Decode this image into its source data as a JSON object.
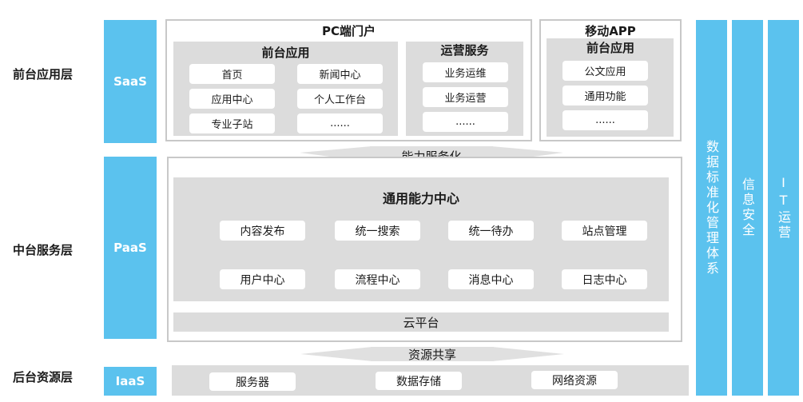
{
  "layers": {
    "front_label": "前台应用层",
    "middle_label": "中台服务层",
    "back_label": "后台资源层",
    "saas": "SaaS",
    "paas": "PaaS",
    "iaas": "IaaS"
  },
  "pc_portal": {
    "title": "PC端门户",
    "front_apps": {
      "title": "前台应用",
      "items": [
        "首页",
        "新闻中心",
        "应用中心",
        "个人工作台",
        "专业子站",
        "......"
      ]
    },
    "ops_services": {
      "title": "运营服务",
      "items": [
        "业务运维",
        "业务运营",
        "......"
      ]
    }
  },
  "mobile_app": {
    "title": "移动APP",
    "subtitle": "前台应用",
    "items": [
      "公文应用",
      "通用功能",
      "......"
    ]
  },
  "capability_service": "能力服务化",
  "general_center": {
    "title": "通用能力中心",
    "items": [
      "内容发布",
      "统一搜索",
      "统一待办",
      "站点管理",
      "用户中心",
      "流程中心",
      "消息中心",
      "日志中心"
    ]
  },
  "cloud_platform": "云平台",
  "resource_sharing": "资源共享",
  "resources": [
    "服务器",
    "数据存储",
    "网络资源"
  ],
  "side_columns": [
    "数据标准化管理体系",
    "信息安全",
    "IT运营"
  ],
  "colors": {
    "accent": "#5bc2ee",
    "panel": "#dcdcdc",
    "frame": "#c8c8c8"
  }
}
